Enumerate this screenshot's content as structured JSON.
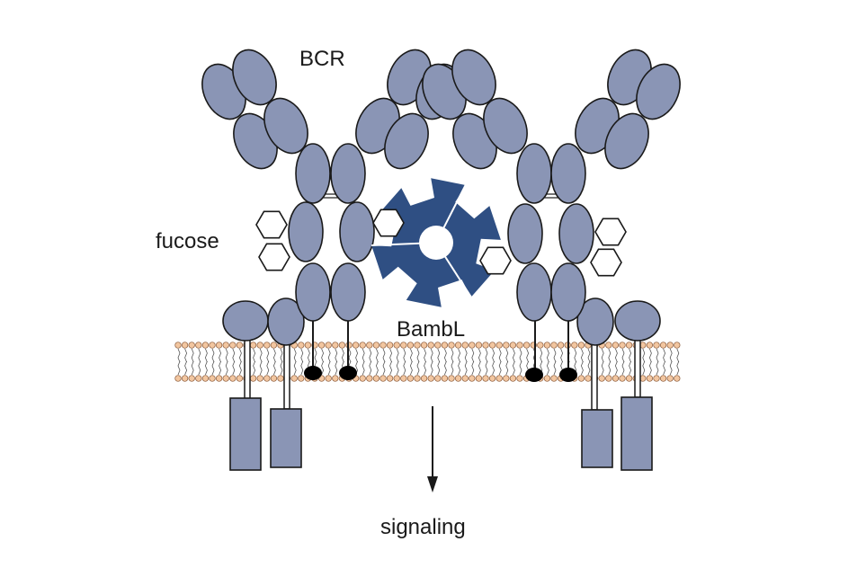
{
  "labels": {
    "bcr": "BCR",
    "fucose": "fucose",
    "lectin": "BambL",
    "signaling": "signaling"
  },
  "colors": {
    "domain_fill": "#8a95b5",
    "lectin_fill": "#2f4f83",
    "lipid_head": "#f2c6a0",
    "outline": "#1a1a1a"
  }
}
